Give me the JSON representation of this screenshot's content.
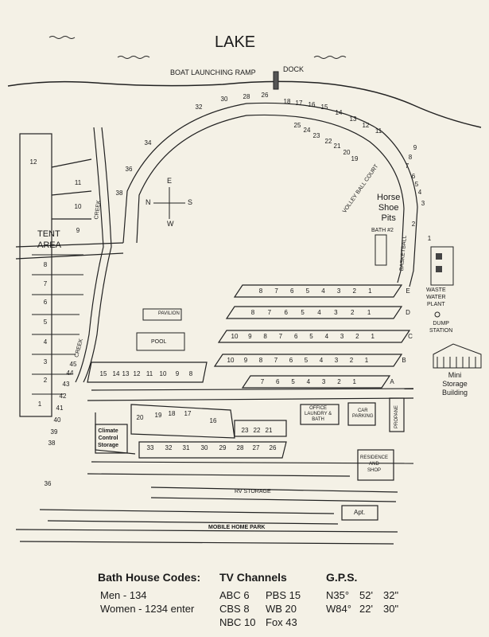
{
  "map": {
    "lake_label": "LAKE",
    "boat_ramp_label": "BOAT LAUNCHING RAMP",
    "dock_label": "DOCK",
    "tent_area_label": "TENT\nAREA",
    "creek_label": "CREEK",
    "volley_ball_label": "VOLLEY BALL COURT",
    "horse_shoe_label": "Horse\nShoe\nPits",
    "bath2_label": "BATH #2",
    "basketball_label": "BASKETBALL",
    "waste_water_label": "WASTE\nWATER\nPLANT",
    "dump_station_label": "DUMP\nSTATION",
    "mini_storage_label": "Mini\nStorage\nBuilding",
    "pavilion_label": "PAVILION",
    "pool_label": "POOL",
    "office_label": "OFFICE\nLAUNDRY &\nBATH",
    "car_parking_label": "CAR\nPARKING",
    "propane_label": "PROPANE",
    "climate_storage_label": "Climate\nControl\nStorage",
    "residence_label": "RESIDENCE\nAND\nSHOP",
    "rv_storage_label": "RV STORAGE",
    "apt_label": "Apt.",
    "mobile_home_label": "MOBILE HOME PARK",
    "compass": {
      "n": "N",
      "s": "S",
      "e": "E",
      "w": "W"
    },
    "row_letters": [
      "E",
      "D",
      "C",
      "B",
      "A"
    ],
    "lake_sites": [
      "32",
      "30",
      "28",
      "26"
    ],
    "lake_sites_right": [
      "18",
      "17",
      "16",
      "15",
      "14",
      "13",
      "12",
      "11"
    ],
    "inner_sites": [
      "25",
      "24",
      "23",
      "22",
      "21",
      "20",
      "19"
    ],
    "east_sites": [
      "9",
      "8",
      "7",
      "6",
      "5",
      "4",
      "3"
    ],
    "east_sites_lower": [
      "2",
      "1"
    ],
    "west_loop_sites": [
      "34",
      "36",
      "38"
    ],
    "tent_sites": [
      "12",
      "11",
      "10",
      "9"
    ],
    "left_column_sites": [
      "8",
      "7",
      "6",
      "5",
      "4",
      "3",
      "2",
      "1"
    ],
    "diagonal_sites": [
      "45",
      "44",
      "43",
      "42",
      "41",
      "40",
      "39",
      "38"
    ],
    "site_36_bottom": "36",
    "pool_row_sites": [
      "15",
      "14",
      "13",
      "12",
      "11",
      "10",
      "9",
      "8"
    ],
    "pullthru_rows": [
      [
        "8",
        "7",
        "6",
        "5",
        "4",
        "3",
        "2",
        "1"
      ],
      [
        "8",
        "7",
        "6",
        "5",
        "4",
        "3",
        "2",
        "1"
      ],
      [
        "10",
        "9",
        "8",
        "7",
        "6",
        "5",
        "4",
        "3",
        "2",
        "1"
      ],
      [
        "10",
        "9",
        "8",
        "7",
        "6",
        "5",
        "4",
        "3",
        "2",
        "1"
      ],
      [
        "7",
        "6",
        "5",
        "4",
        "3",
        "2",
        "1"
      ]
    ],
    "middle_row_sites": [
      "20",
      "19",
      "18",
      "17",
      "16"
    ],
    "office_row_sites": [
      "23",
      "22",
      "21"
    ],
    "bottom_row_sites": [
      "33",
      "32",
      "31",
      "30",
      "29",
      "28",
      "27",
      "26"
    ]
  },
  "legend": {
    "bath_title": "Bath House Codes:",
    "bath_men": "Men - 134",
    "bath_women": "Women - 1234 enter",
    "tv_title": "TV Channels",
    "tv_rows": [
      [
        "ABC 6",
        "PBS 15"
      ],
      [
        "CBS 8",
        "WB  20"
      ],
      [
        "NBC 10",
        "Fox  43"
      ]
    ],
    "gps_title": "G.P.S.",
    "gps_rows": [
      [
        "N35°",
        "52'",
        "32\""
      ],
      [
        "W84°",
        "22'",
        "30\""
      ]
    ]
  }
}
